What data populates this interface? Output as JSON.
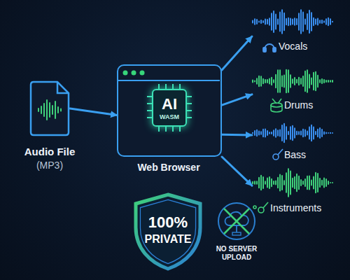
{
  "diagram": {
    "nodes": [
      {
        "text": [
          "Audio File",
          "(MP3)"
        ]
      },
      {
        "text": [
          "Web Browser"
        ]
      },
      {
        "text": [
          "AI",
          "WASM"
        ],
        "in": 1
      },
      {
        "text": [
          "Vocals"
        ]
      },
      {
        "text": [
          "Drums"
        ]
      },
      {
        "text": [
          "Bass"
        ]
      },
      {
        "text": [
          "Instruments"
        ]
      },
      {
        "text": [
          "100%",
          "PRIVATE"
        ]
      },
      {
        "text": [
          "NO SERVER UPLOAD"
        ]
      }
    ],
    "edges": [
      {
        "from": 0,
        "to": 1,
        "arrow": "to"
      },
      {
        "from": 1,
        "to": 3,
        "arrow": "to"
      },
      {
        "from": 1,
        "to": 4,
        "arrow": "to"
      },
      {
        "from": 1,
        "to": 5,
        "arrow": "to"
      },
      {
        "from": 1,
        "to": 6,
        "arrow": "to"
      }
    ]
  }
}
